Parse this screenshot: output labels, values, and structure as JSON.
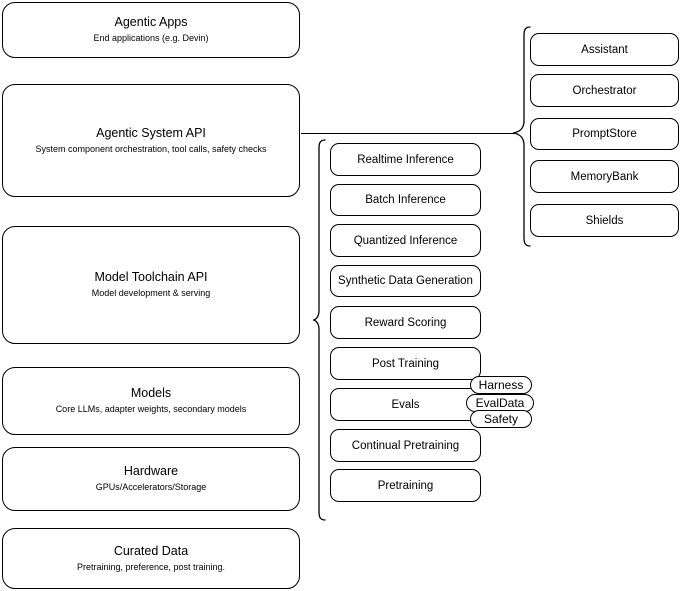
{
  "diagram": {
    "title": "Agentic stack layer diagram",
    "stroke_color": "#000000",
    "background_color": "#ffffff"
  },
  "stack_layers": [
    {
      "title": "Agentic Apps",
      "subtitle": "End applications (e.g. Devin)",
      "name": "agentic-apps"
    },
    {
      "title": "Agentic System API",
      "subtitle": "System component orchestration, tool calls, safety checks",
      "name": "agentic-system-api"
    },
    {
      "title": "Model Toolchain API",
      "subtitle": "Model development & serving",
      "name": "model-toolchain-api"
    },
    {
      "title": "Models",
      "subtitle": "Core LLMs, adapter weights, secondary models",
      "name": "models"
    },
    {
      "title": "Hardware",
      "subtitle": "GPUs/Accelerators/Storage",
      "name": "hardware"
    },
    {
      "title": "Curated Data",
      "subtitle": "Pretraining, preference, post training.",
      "name": "curated-data"
    }
  ],
  "toolchain_capabilities": [
    {
      "label": "Realtime Inference",
      "name": "realtime-inference"
    },
    {
      "label": "Batch Inference",
      "name": "batch-inference"
    },
    {
      "label": "Quantized Inference",
      "name": "quantized-inference"
    },
    {
      "label": "Synthetic Data Generation",
      "name": "synthetic-data-generation"
    },
    {
      "label": "Reward Scoring",
      "name": "reward-scoring"
    },
    {
      "label": "Post Training",
      "name": "post-training"
    },
    {
      "label": "Evals",
      "name": "evals"
    },
    {
      "label": "Continual Pretraining",
      "name": "continual-pretraining"
    },
    {
      "label": "Pretraining",
      "name": "pretraining"
    }
  ],
  "agentic_components": [
    {
      "label": "Assistant",
      "name": "assistant"
    },
    {
      "label": "Orchestrator",
      "name": "orchestrator"
    },
    {
      "label": "PromptStore",
      "name": "promptstore"
    },
    {
      "label": "MemoryBank",
      "name": "memorybank"
    },
    {
      "label": "Shields",
      "name": "shields"
    }
  ],
  "evals_chips": [
    {
      "label": "Harness",
      "name": "harness"
    },
    {
      "label": "EvalData",
      "name": "evaldata"
    },
    {
      "label": "Safety",
      "name": "safety"
    }
  ]
}
